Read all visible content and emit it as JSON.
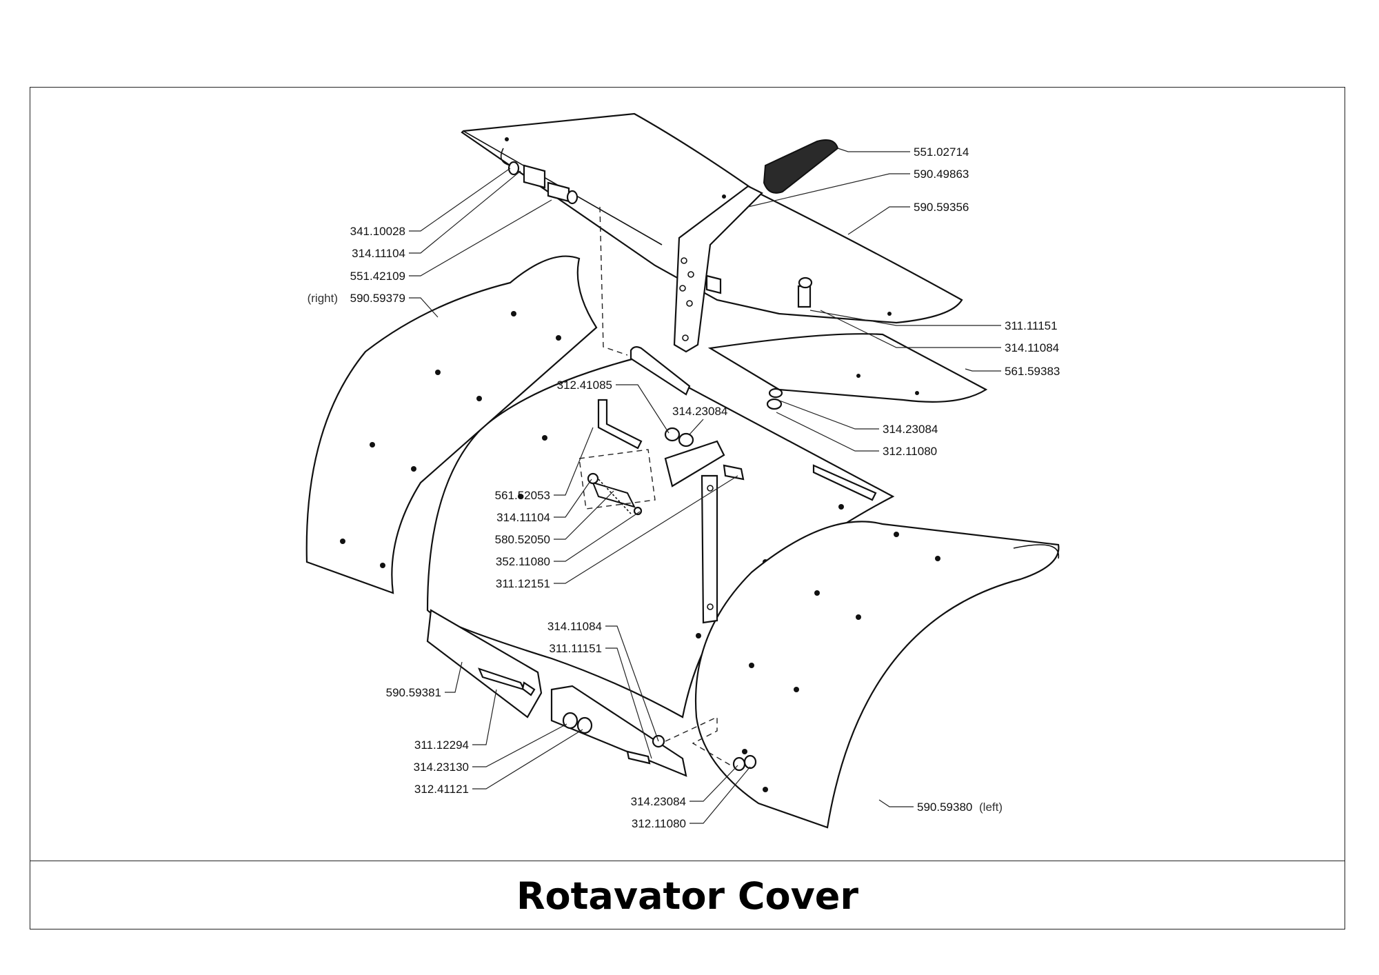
{
  "caption": "Rotavator Cover",
  "parts": [
    {
      "id": "p341_10028",
      "number": "341.10028"
    },
    {
      "id": "p314_11104_a",
      "number": "314.11104"
    },
    {
      "id": "p551_42109",
      "number": "551.42109"
    },
    {
      "id": "p590_59379",
      "number": "590.59379",
      "note": "(right)"
    },
    {
      "id": "p551_02714",
      "number": "551.02714"
    },
    {
      "id": "p590_49863",
      "number": "590.49863"
    },
    {
      "id": "p590_59356",
      "number": "590.59356"
    },
    {
      "id": "p311_11151_a",
      "number": "311.11151"
    },
    {
      "id": "p314_11084_a",
      "number": "314.11084"
    },
    {
      "id": "p561_59383",
      "number": "561.59383"
    },
    {
      "id": "p312_41085",
      "number": "312.41085"
    },
    {
      "id": "p314_23084_a",
      "number": "314.23084"
    },
    {
      "id": "p314_23084_b",
      "number": "314.23084"
    },
    {
      "id": "p312_11080_a",
      "number": "312.11080"
    },
    {
      "id": "p561_52053",
      "number": "561.52053"
    },
    {
      "id": "p314_11104_b",
      "number": "314.11104"
    },
    {
      "id": "p580_52050",
      "number": "580.52050"
    },
    {
      "id": "p352_11080",
      "number": "352.11080"
    },
    {
      "id": "p311_12151",
      "number": "311.12151"
    },
    {
      "id": "p314_11084_b",
      "number": "314.11084"
    },
    {
      "id": "p311_11151_b",
      "number": "311.11151"
    },
    {
      "id": "p590_59381",
      "number": "590.59381"
    },
    {
      "id": "p311_12294",
      "number": "311.12294"
    },
    {
      "id": "p314_23130",
      "number": "314.23130"
    },
    {
      "id": "p312_41121",
      "number": "312.41121"
    },
    {
      "id": "p314_23084_c",
      "number": "314.23084"
    },
    {
      "id": "p312_11080_b",
      "number": "312.11080"
    },
    {
      "id": "p590_59380",
      "number": "590.59380",
      "note": "(left)"
    }
  ]
}
